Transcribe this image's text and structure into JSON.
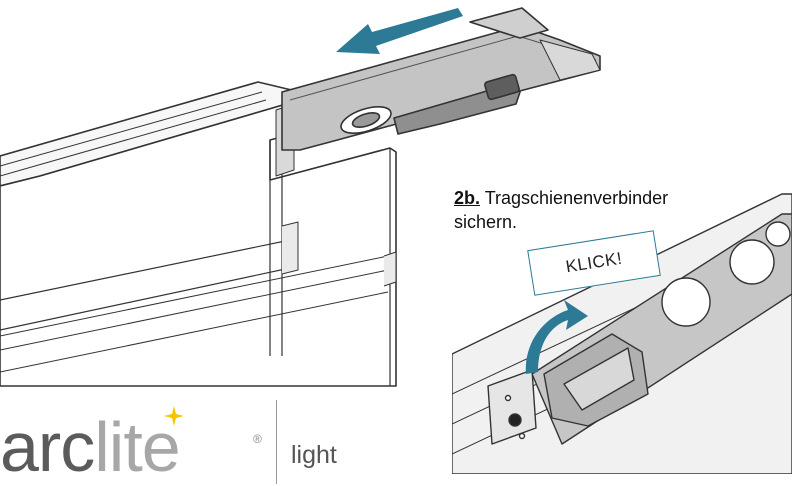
{
  "step": {
    "number": "2b.",
    "text_line1": "Tragschienenverbinder",
    "text_line2": "sichern."
  },
  "callout": {
    "text": "KLICK!"
  },
  "logo": {
    "brand_arc": "arc",
    "brand_lite": "lite",
    "registered_mark": "®",
    "tagline": "light"
  },
  "colors": {
    "arrow": "#2c7a95",
    "line": "#333333",
    "metal": "#bdbdbd",
    "logo_dark": "#5b5b5b",
    "logo_light": "#a7a7a7",
    "logo_accent": "#f5c400"
  },
  "icons": [
    "slide-direction-arrow",
    "click-rotation-arrow"
  ]
}
